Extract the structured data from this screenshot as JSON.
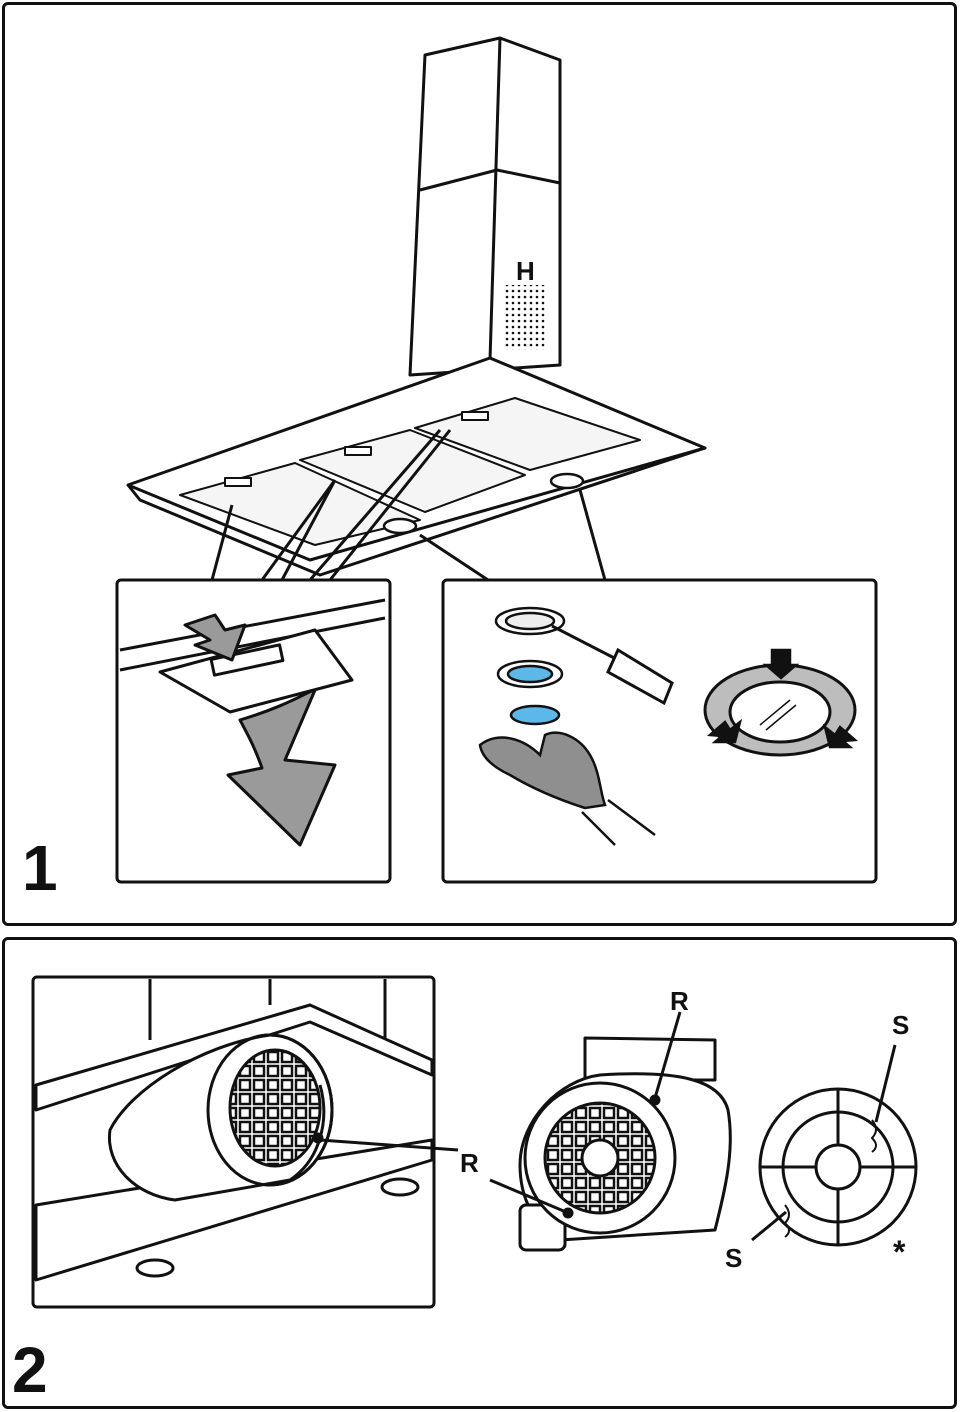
{
  "steps": [
    {
      "number": "1"
    },
    {
      "number": "2"
    }
  ],
  "labels": {
    "hood_panel": "H",
    "motor_screw_left": "R",
    "motor_screw_top": "R",
    "seal_top": "S",
    "seal_bottom": "S",
    "seal_note": "*"
  },
  "colors": {
    "line": "#111111",
    "arrow_gray": "#9a9a9a",
    "lens_blue": "#5bb8e8",
    "glove_gray": "#8f8f8f",
    "ring_gray": "#bdbdbd"
  },
  "icons": [
    "screwdriver-icon",
    "glove-hand-icon",
    "press-arrow-icon",
    "pull-down-arrow-icon"
  ]
}
